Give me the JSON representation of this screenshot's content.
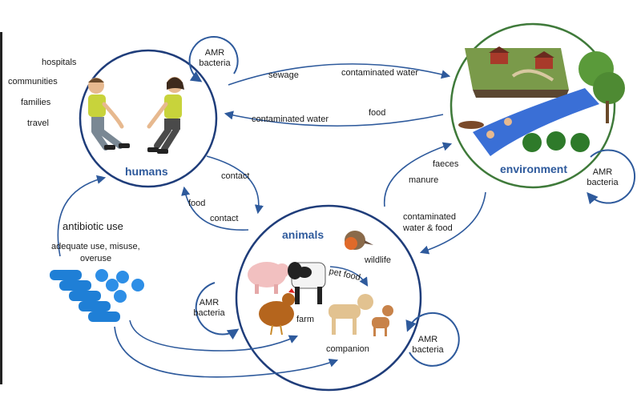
{
  "humans": {
    "title": "humans",
    "settings": [
      "hospitals",
      "communities",
      "families",
      "travel"
    ]
  },
  "environment": {
    "title": "environment"
  },
  "animals": {
    "title": "animals",
    "labels": {
      "wildlife": "wildlife",
      "pet_food": "pet food",
      "farm": "farm",
      "companion": "companion"
    }
  },
  "antibiotic": {
    "title": "antibiotic use",
    "subtitle_line1": "adequate use, misuse,",
    "subtitle_line2": "overuse"
  },
  "flows": {
    "sewage": "sewage",
    "contaminated_water_top": "contaminated water",
    "food_env": "food",
    "contaminated_water_mid": "contaminated water",
    "contact_1": "contact",
    "food_anim": "food",
    "contact_2": "contact",
    "faeces": "faeces",
    "manure": "manure",
    "contaminated_water_food_1": "contaminated",
    "contaminated_water_food_2": "water & food"
  },
  "amr": {
    "line1": "AMR",
    "line2": "bacteria"
  },
  "colors": {
    "arrow": "#2e5a9c",
    "humans_circle": "#1f3d7a",
    "environment_circle": "#3f7a3a",
    "animals_circle": "#1f3d7a",
    "pill": "#1f7fd6"
  }
}
